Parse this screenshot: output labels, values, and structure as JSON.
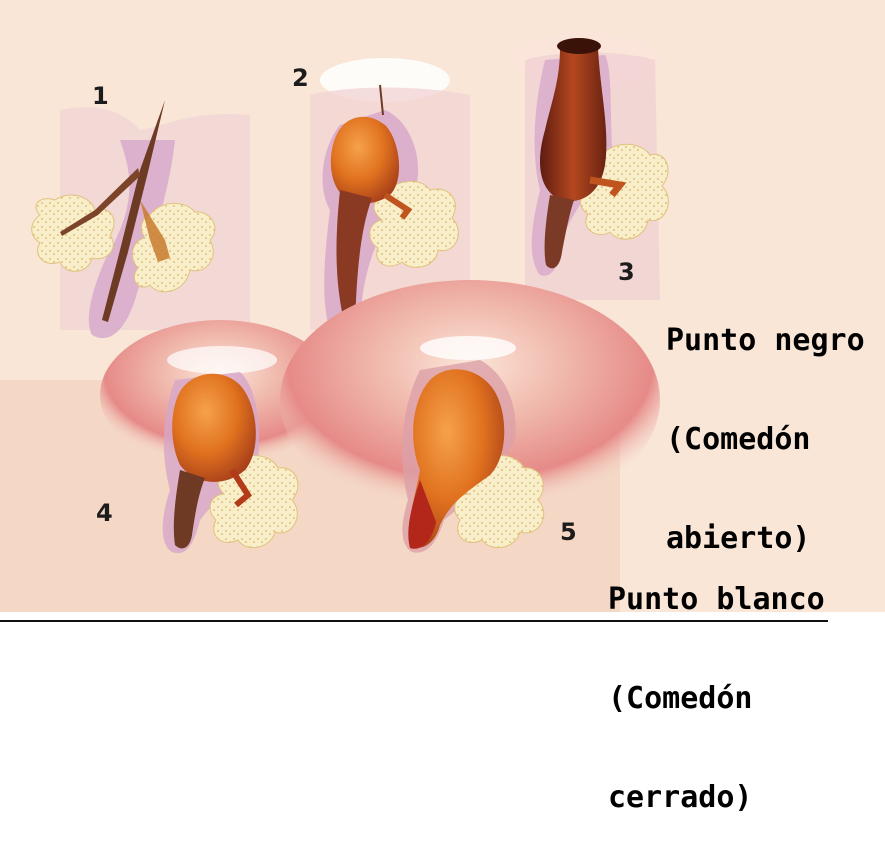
{
  "stages": [
    {
      "number": "1"
    },
    {
      "number": "2"
    },
    {
      "number": "3",
      "caption_lines": [
        "Punto negro",
        "(Comedón",
        "abierto)"
      ]
    },
    {
      "number": "4"
    },
    {
      "number": "5",
      "caption_lines": [
        "Punto blanco",
        "(Comedón",
        "cerrado)"
      ]
    }
  ],
  "colors": {
    "skin_background": "#f6ddc7",
    "skin_inflamed": "#e28c8a",
    "follicle_lining": "#cfa3c6",
    "sebum": "#e0711f",
    "sebum_dark": "#8b2e14",
    "sebaceous_gland": "#f7ecc4",
    "hair": "#6d3a24"
  }
}
